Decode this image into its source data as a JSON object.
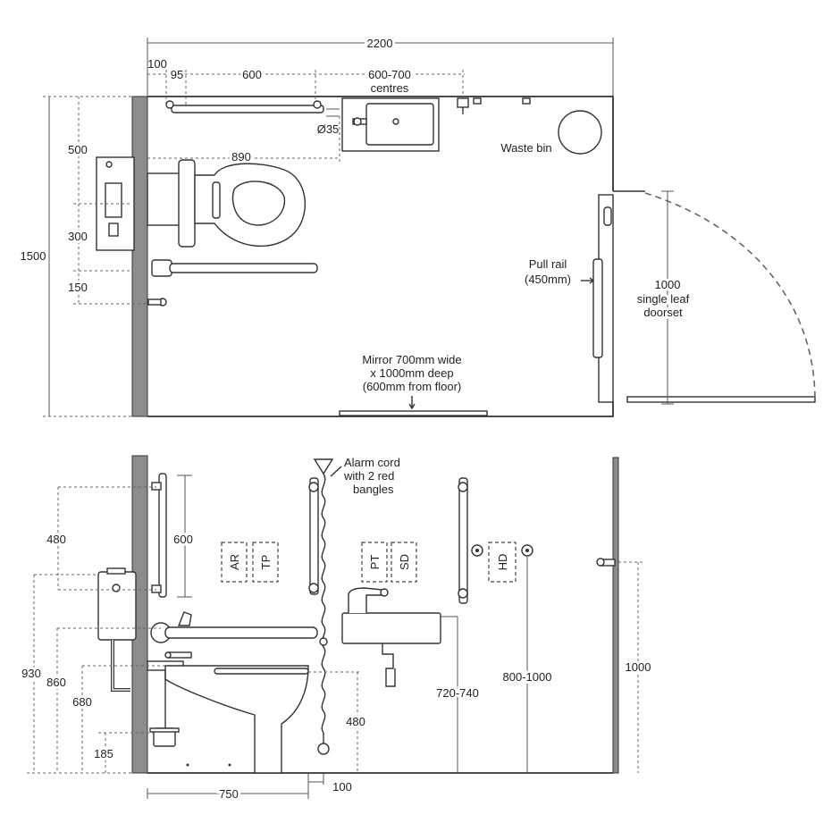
{
  "plan": {
    "overall_width": "2200",
    "dim_100": "100",
    "dim_95": "95",
    "dim_600": "600",
    "dim_600_700": "600-700",
    "centres": "centres",
    "dim_35": "Ø35",
    "dim_890": "890",
    "dim_500": "500",
    "dim_1500": "1500",
    "dim_300": "300",
    "dim_150": "150",
    "waste_bin": "Waste bin",
    "pull_rail_1": "Pull rail",
    "pull_rail_2": "(450mm)",
    "door_1": "1000",
    "door_2": "single leaf",
    "door_3": "doorset",
    "mirror_1": "Mirror 700mm wide",
    "mirror_2": "x 1000mm deep",
    "mirror_3": "(600mm from floor)"
  },
  "elevation": {
    "alarm_1": "Alarm cord",
    "alarm_2": "with 2 red",
    "alarm_3": "bangles",
    "dim_480_top": "480",
    "dim_600": "600",
    "dim_930": "930",
    "dim_860": "860",
    "dim_680": "680",
    "dim_185": "185",
    "dim_750": "750",
    "dim_100": "100",
    "dim_480_seat": "480",
    "dim_720_740": "720-740",
    "dim_800_1000": "800-1000",
    "dim_1000": "1000",
    "tag_ar": "AR",
    "tag_tp": "TP",
    "tag_pt": "PT",
    "tag_sd": "SD",
    "tag_hd": "HD"
  }
}
